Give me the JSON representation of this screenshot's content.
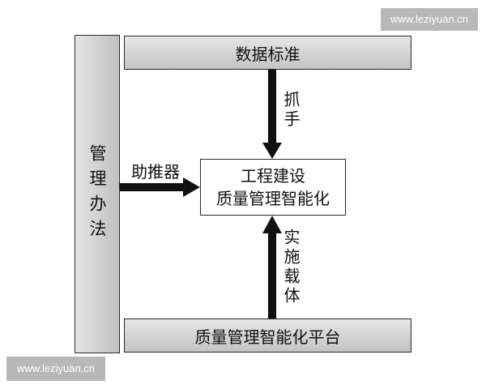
{
  "watermark": {
    "text": "www.leziyuan.cn"
  },
  "diagram": {
    "top_bar": "数据标准",
    "bottom_bar": "质量管理智能化平台",
    "left_bar": "管理办法",
    "center": {
      "line1": "工程建设",
      "line2": "质量管理智能化"
    },
    "labels": {
      "grab": "抓手",
      "boost": "助推器",
      "carrier": "实施载体"
    }
  },
  "colors": {
    "bar_light": "#e6e6e6",
    "bar_dark": "#c4c4c4",
    "line": "#111111"
  }
}
